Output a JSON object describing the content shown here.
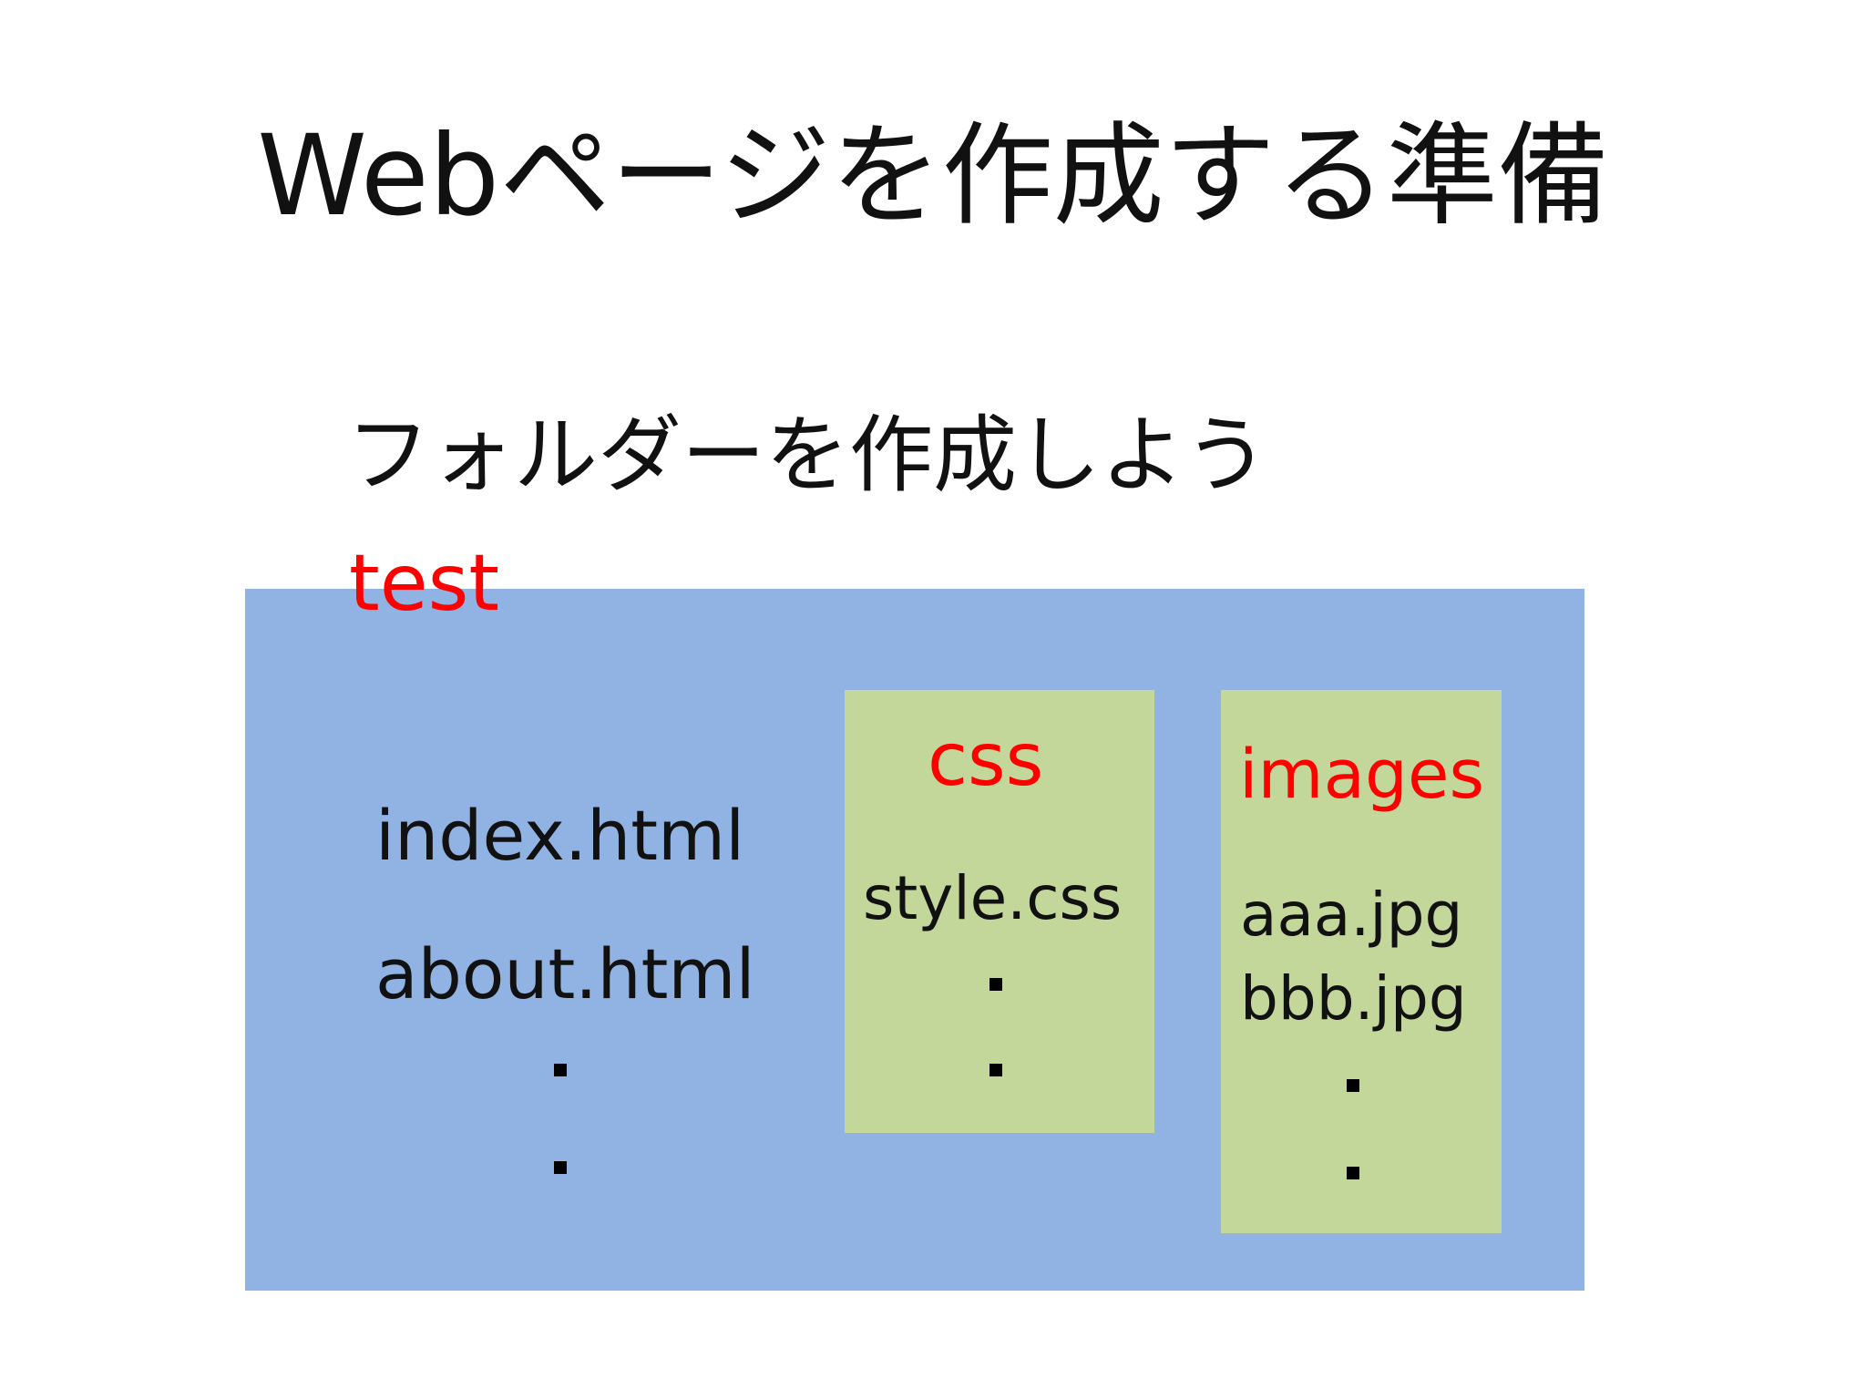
{
  "title": "Webページを作成する準備",
  "subtitle": "フォルダーを作成しよう",
  "folders": {
    "root": {
      "name": "test",
      "files": [
        "index.html",
        "about.html"
      ]
    },
    "css": {
      "name": "css",
      "files": [
        "style.css"
      ]
    },
    "images": {
      "name": "images",
      "files": [
        "aaa.jpg",
        "bbb.jpg"
      ]
    }
  },
  "colors": {
    "root_folder_bg": "#91b3e4",
    "sub_folder_bg": "#c4d79b",
    "folder_name_text": "#ff0000",
    "body_text": "#111111"
  }
}
